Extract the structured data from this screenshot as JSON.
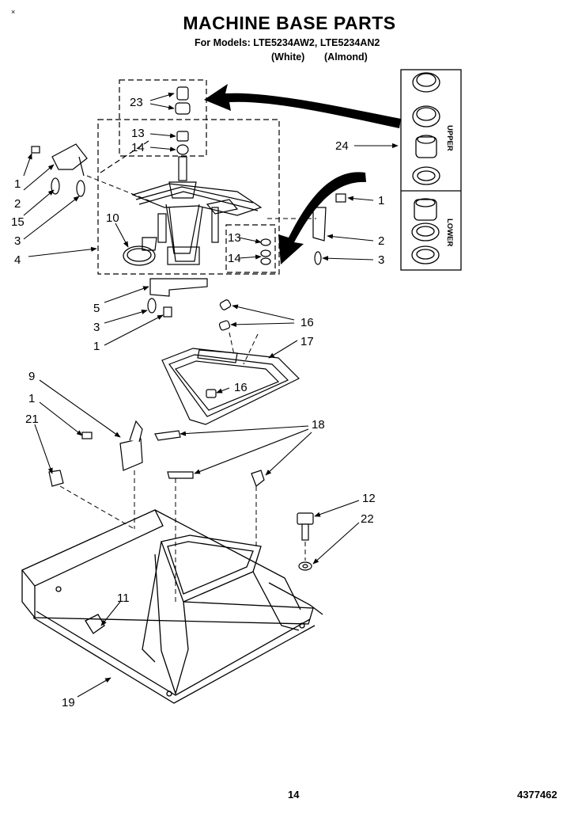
{
  "header": {
    "corner_mark": "×",
    "title": "MACHINE BASE PARTS",
    "subtitle": "For Models: LTE5234AW2, LTE5234AN2",
    "color_white": "(White)",
    "color_almond": "(Almond)"
  },
  "side_panel": {
    "upper_label": "UPPER",
    "lower_label": "LOWER"
  },
  "callouts": {
    "c23": "23",
    "c13_top": "13",
    "c14_top": "14",
    "c24": "24",
    "c1_left": "1",
    "c2_left": "2",
    "c15": "15",
    "c3_left": "3",
    "c4": "4",
    "c10": "10",
    "c1_right": "1",
    "c2_right": "2",
    "c3_right": "3",
    "c13_box": "13",
    "c14_box": "14",
    "c5": "5",
    "c3_mid": "3",
    "c1_mid": "1",
    "c16_a": "16",
    "c17": "17",
    "c16_b": "16",
    "c9": "9",
    "c1_low": "1",
    "c21": "21",
    "c18": "18",
    "c12": "12",
    "c22": "22",
    "c11": "11",
    "c19": "19"
  },
  "footer": {
    "page_number": "14",
    "doc_number": "4377462"
  },
  "colors": {
    "ink": "#000000",
    "paper": "#ffffff"
  }
}
